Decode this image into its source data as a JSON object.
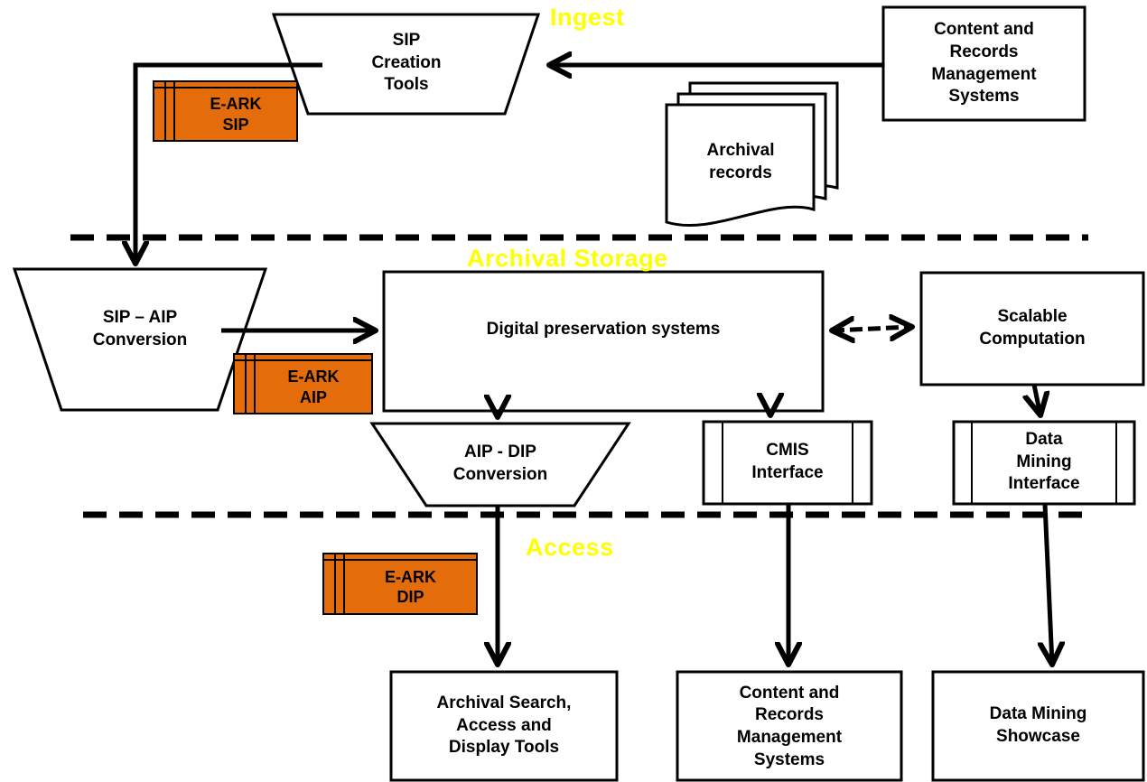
{
  "zones": {
    "ingest": "Ingest",
    "archival_storage": "Archival Storage",
    "access": "Access"
  },
  "nodes": {
    "sip_creation_tools": "SIP\nCreation\nTools",
    "content_records_top": "Content and\nRecords\nManagement\nSystems",
    "archival_records": "Archival\nrecords",
    "sip_aip_conversion": "SIP – AIP\nConversion",
    "digital_preservation": "Digital preservation systems",
    "scalable_computation": "Scalable\nComputation",
    "aip_dip_conversion": "AIP - DIP\nConversion",
    "cmis_interface": "CMIS\nInterface",
    "data_mining_interface": "Data\nMining\nInterface",
    "archival_search": "Archival Search,\nAccess and\nDisplay Tools",
    "content_records_bottom": "Content and\nRecords\nManagement\nSystems",
    "data_mining_showcase": "Data Mining\nShowcase"
  },
  "packages": {
    "sip": "E-ARK\nSIP",
    "aip": "E-ARK\nAIP",
    "dip": "E-ARK\nDIP"
  },
  "colors": {
    "package_fill": "#e46c0a",
    "zone_label": "#ffff00",
    "line": "#000000"
  }
}
